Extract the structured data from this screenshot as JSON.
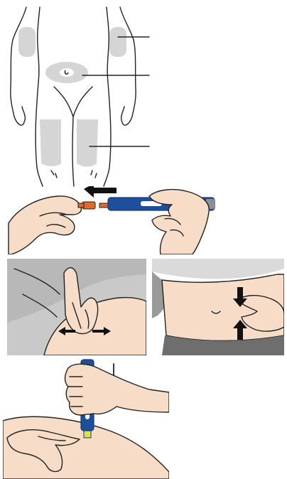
{
  "colors": {
    "background": "#ffffff",
    "skin": "#f7ddc7",
    "skin_shadow": "#e9c6a8",
    "outline": "#222222",
    "injection_area": "#d5d5d5",
    "pen_blue": "#1f4f9b",
    "pen_blue_dark": "#163a73",
    "cap_orange": "#e0692c",
    "gray_clothing": "#b8b8b8",
    "dark_gray": "#6e6e6e",
    "arrow": "#111111",
    "pen_tip_yellow": "#e4e048"
  },
  "panels": [
    {
      "name": "injection-sites-body",
      "description_icon": "body-outline-icon"
    },
    {
      "name": "remove-pen-cap",
      "description_icon": "pen-cap-arrow-icon"
    },
    {
      "name": "pinch-skin-thigh-and-abdomen",
      "description_icon": "pinch-arrows-icon"
    },
    {
      "name": "inject-at-90-degrees",
      "description_icon": "right-angle-icon"
    }
  ]
}
